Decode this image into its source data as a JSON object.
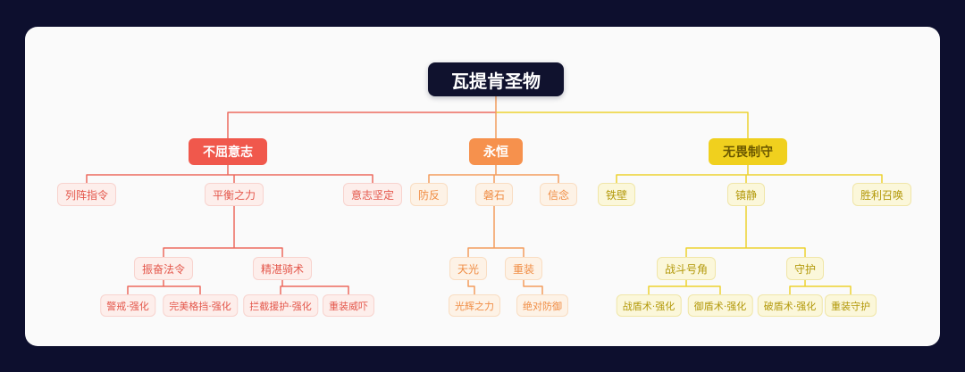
{
  "mindmap": {
    "root": {
      "label": "瓦提肯圣物",
      "color": "#10122e"
    },
    "branches": [
      {
        "label": "不屈意志",
        "color": "#f0584c",
        "children": [
          {
            "label": "列阵指令"
          },
          {
            "label": "平衡之力",
            "children": [
              {
                "label": "振奋法令",
                "children": [
                  {
                    "label": "警戒·强化"
                  },
                  {
                    "label": "完美格挡·强化"
                  }
                ]
              },
              {
                "label": "精湛骑术",
                "children": [
                  {
                    "label": "拦截援护·强化"
                  },
                  {
                    "label": "重装威吓"
                  }
                ]
              }
            ]
          },
          {
            "label": "意志坚定"
          }
        ]
      },
      {
        "label": "永恒",
        "color": "#f6914d",
        "children": [
          {
            "label": "防反"
          },
          {
            "label": "磐石",
            "children": [
              {
                "label": "天光",
                "children": [
                  {
                    "label": "光辉之力"
                  }
                ]
              },
              {
                "label": "重装",
                "children": [
                  {
                    "label": "绝对防御"
                  }
                ]
              }
            ]
          },
          {
            "label": "信念"
          }
        ]
      },
      {
        "label": "无畏制守",
        "color": "#f0d01e",
        "children": [
          {
            "label": "铁壁"
          },
          {
            "label": "镇静",
            "children": [
              {
                "label": "战斗号角",
                "children": [
                  {
                    "label": "战盾术·强化"
                  },
                  {
                    "label": "御盾术·强化"
                  }
                ]
              },
              {
                "label": "守护",
                "children": [
                  {
                    "label": "破盾术·强化"
                  },
                  {
                    "label": "重装守护"
                  }
                ]
              }
            ]
          },
          {
            "label": "胜利召唤"
          }
        ]
      }
    ]
  }
}
